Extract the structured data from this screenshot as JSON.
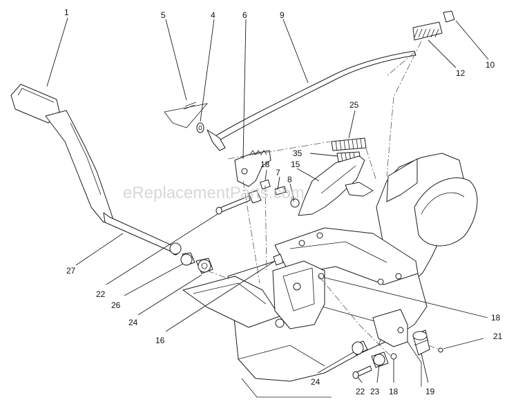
{
  "watermark": "eReplacementParts.com",
  "callouts": [
    {
      "id": "c1",
      "text": "1"
    },
    {
      "id": "c5",
      "text": "5"
    },
    {
      "id": "c4",
      "text": "4"
    },
    {
      "id": "c6",
      "text": "6"
    },
    {
      "id": "c9",
      "text": "9"
    },
    {
      "id": "c10",
      "text": "10"
    },
    {
      "id": "c12",
      "text": "12"
    },
    {
      "id": "c25",
      "text": "25"
    },
    {
      "id": "c35",
      "text": "35"
    },
    {
      "id": "c18a",
      "text": "18"
    },
    {
      "id": "c7",
      "text": "7"
    },
    {
      "id": "c15",
      "text": "15"
    },
    {
      "id": "c8",
      "text": "8"
    },
    {
      "id": "c27",
      "text": "27"
    },
    {
      "id": "c22a",
      "text": "22"
    },
    {
      "id": "c26",
      "text": "26"
    },
    {
      "id": "c24a",
      "text": "24"
    },
    {
      "id": "c16",
      "text": "16"
    },
    {
      "id": "c18b",
      "text": "18"
    },
    {
      "id": "c21",
      "text": "21"
    },
    {
      "id": "c24b",
      "text": "24"
    },
    {
      "id": "c22b",
      "text": "22"
    },
    {
      "id": "c23",
      "text": "23"
    },
    {
      "id": "c18c",
      "text": "18"
    },
    {
      "id": "c19",
      "text": "19"
    }
  ]
}
